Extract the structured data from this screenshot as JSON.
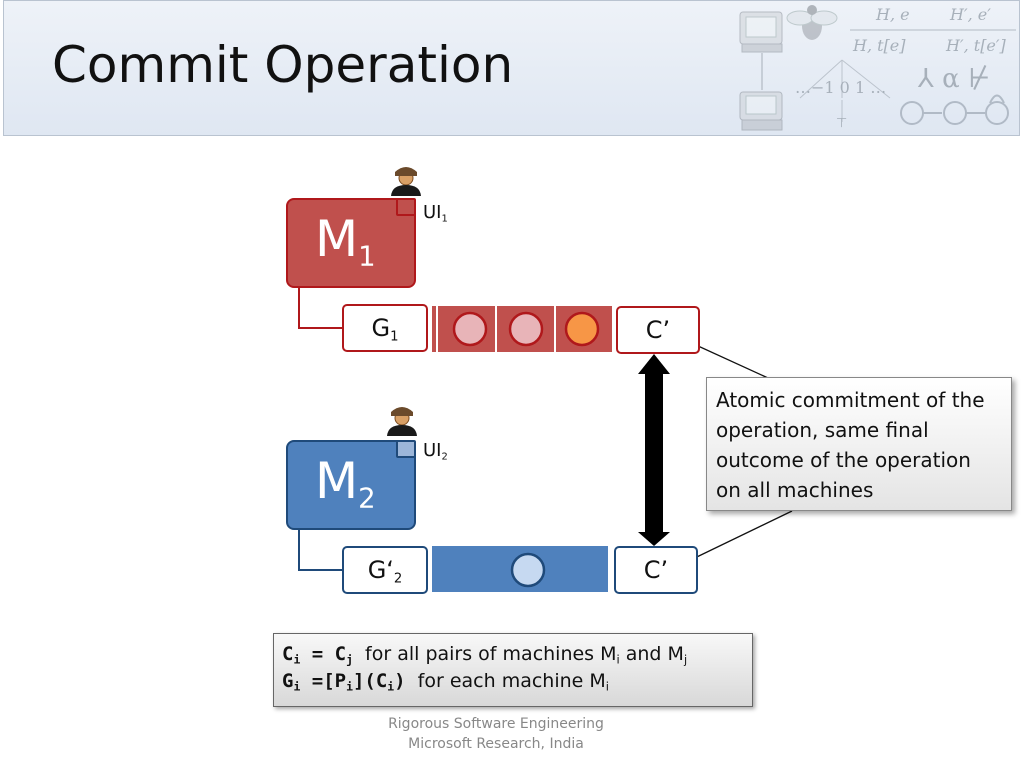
{
  "slide": {
    "title": "Commit Operation"
  },
  "machines": [
    {
      "label": "M",
      "sub": "1",
      "ui_label": "UI",
      "ui_sub": "1",
      "graph_label": "G",
      "graph_sub": "1",
      "commit_label": "C’"
    },
    {
      "label": "M",
      "sub": "2",
      "ui_label": "UI",
      "ui_sub": "2",
      "graph_label": "G‘",
      "graph_sub": "2",
      "commit_label": "C’"
    }
  ],
  "callout": {
    "text": "Atomic commitment of the operation, same final outcome of the operation on all machines"
  },
  "formula": {
    "line1_code_a": "C",
    "line1_sub_a": "i",
    "line1_eq": " = ",
    "line1_code_b": "C",
    "line1_sub_b": "j",
    "line1_text": "for all pairs of machines M",
    "line1_sub_c": "i",
    "line1_and": "and M",
    "line1_sub_d": "j",
    "line2_code_a": "G",
    "line2_sub_a": "i",
    "line2_code_b": " =[P",
    "line2_sub_b": "i",
    "line2_code_c": "](C",
    "line2_sub_c": "i",
    "line2_code_d": ")",
    "line2_text": "for each machine M",
    "line2_sub_e": "i"
  },
  "footer": {
    "line1": "Rigorous Software Engineering",
    "line2": "Microsoft Research, India"
  },
  "header_decoration": {
    "rule1_lhs": "H, e",
    "rule1_rhs": "H′, e′",
    "rule2_lhs": "H, t[e]",
    "rule2_rhs": "H′, t[e′]",
    "lattice": "…−1  0  1 …",
    "bottom": "⊤",
    "greek": "⅄ α ⊬"
  },
  "colors": {
    "red": "#c0504d",
    "red_dark": "#b0181b",
    "blue": "#4f81bd",
    "blue_dark": "#1f4a7a",
    "orange": "#f79646",
    "pink": "#e8b4b8",
    "light_blue": "#c6d9f1"
  },
  "icons": [
    "user-icon",
    "computer-icon",
    "fly-icon"
  ]
}
